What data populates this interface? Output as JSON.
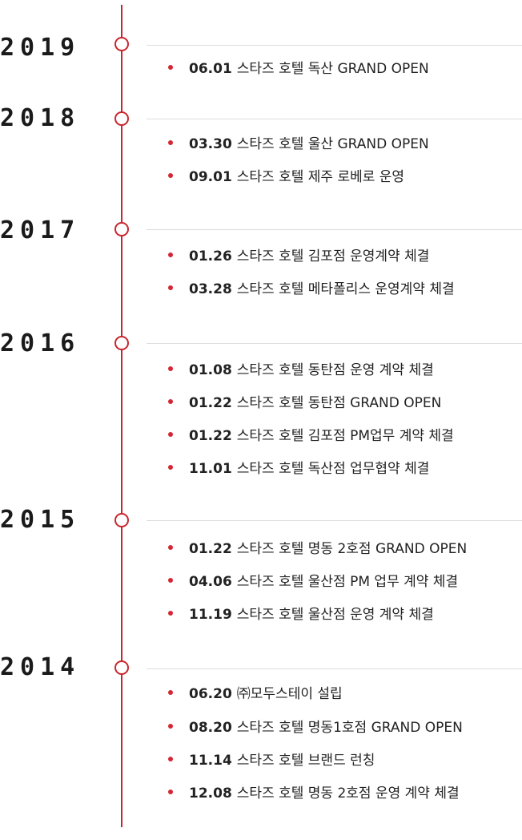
{
  "timeline": [
    {
      "year": "2019",
      "events": [
        {
          "date": "06.01",
          "text": "스타즈 호텔 독산 GRAND OPEN"
        }
      ]
    },
    {
      "year": "2018",
      "events": [
        {
          "date": "03.30",
          "text": "스타즈 호텔 울산 GRAND OPEN"
        },
        {
          "date": "09.01",
          "text": "스타즈 호텔 제주 로베로 운영"
        }
      ]
    },
    {
      "year": "2017",
      "events": [
        {
          "date": "01.26",
          "text": "스타즈 호텔 김포점 운영계약 체결"
        },
        {
          "date": "03.28",
          "text": "스타즈 호텔 메타폴리스 운영계약 체결"
        }
      ]
    },
    {
      "year": "2016",
      "events": [
        {
          "date": "01.08",
          "text": "스타즈 호텔 동탄점 운영 계약 체결"
        },
        {
          "date": "01.22",
          "text": "스타즈 호텔 동탄점 GRAND OPEN"
        },
        {
          "date": "01.22",
          "text": "스타즈 호텔 김포점 PM업무 계약 체결"
        },
        {
          "date": "11.01",
          "text": "스타즈 호텔 독산점 업무협약 체결"
        }
      ]
    },
    {
      "year": "2015",
      "events": [
        {
          "date": "01.22",
          "text": "스타즈 호텔 명동 2호점 GRAND OPEN"
        },
        {
          "date": "04.06",
          "text": "스타즈 호텔 울산점 PM 업무 계약 체결"
        },
        {
          "date": "11.19",
          "text": "스타즈 호텔 울산점 운영 계약 체결"
        }
      ]
    },
    {
      "year": "2014",
      "events": [
        {
          "date": "06.20",
          "text": "㈜모두스테이 설립"
        },
        {
          "date": "08.20",
          "text": "스타즈 호텔 명동1호점 GRAND OPEN"
        },
        {
          "date": "11.14",
          "text": "스타즈 호텔 브랜드 런칭"
        },
        {
          "date": "12.08",
          "text": "스타즈 호텔 명동 2호점 운영 계약 체결"
        }
      ]
    }
  ],
  "colors": {
    "accent": "#c8262f",
    "bullet": "#d62634",
    "separator": "#dddddd",
    "text": "#222222"
  }
}
